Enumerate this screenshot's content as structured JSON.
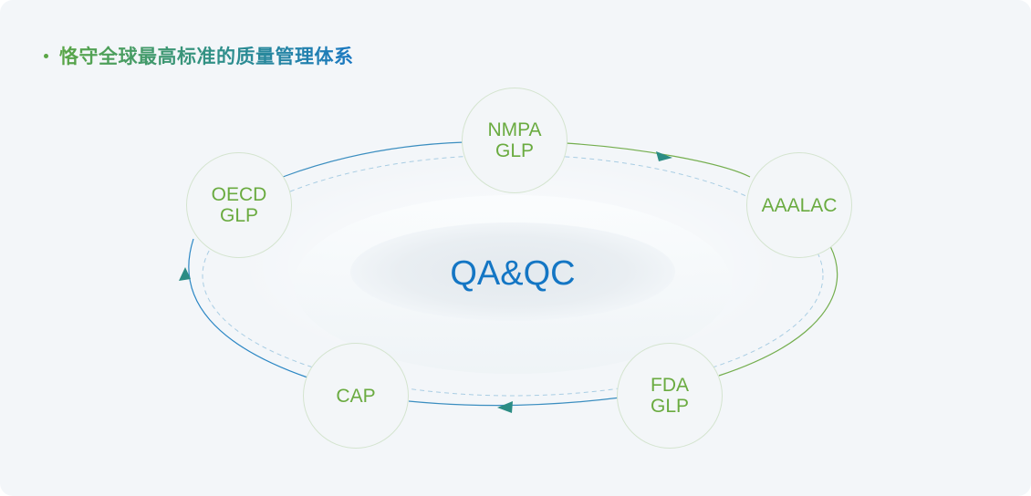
{
  "heading": {
    "text": "恪守全球最高标准的质量管理体系",
    "gradient_start": "#5aa646",
    "gradient_end": "#1a78c2"
  },
  "center": {
    "label": "QA&QC",
    "color": "#1476c4"
  },
  "nodes": [
    {
      "id": "nmpa",
      "line1": "NMPA",
      "line2": "GLP"
    },
    {
      "id": "aaalac",
      "line1": "AAALAC",
      "line2": ""
    },
    {
      "id": "fda",
      "line1": "FDA",
      "line2": "GLP"
    },
    {
      "id": "cap",
      "line1": "CAP",
      "line2": ""
    },
    {
      "id": "oecd",
      "line1": "OECD",
      "line2": "GLP"
    }
  ],
  "colors": {
    "node_text": "#6aab40",
    "green": "#74ae4e",
    "blue": "#2a86c4",
    "teal": "#2b8c84"
  }
}
